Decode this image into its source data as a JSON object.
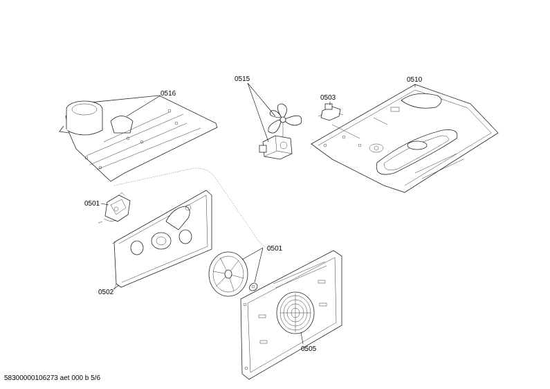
{
  "parts": [
    {
      "id": "p0516",
      "label": "0516"
    },
    {
      "id": "p0515",
      "label": "0515"
    },
    {
      "id": "p0503",
      "label": "0503"
    },
    {
      "id": "p0510",
      "label": "0510"
    },
    {
      "id": "p0501a",
      "label": "0501"
    },
    {
      "id": "p0501b",
      "label": "0501"
    },
    {
      "id": "p0502",
      "label": "0502"
    },
    {
      "id": "p0505",
      "label": "0505"
    }
  ],
  "footer": "58300000106273 aet 000 b 5/6"
}
